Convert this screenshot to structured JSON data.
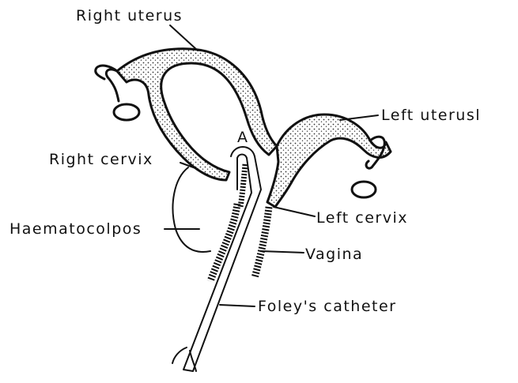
{
  "labels": {
    "right_uterus": "Right uterus",
    "left_uterus": "Left uterusl",
    "right_cervix": "Right cervix",
    "point_a": "A",
    "haematocolpos": "Haematocolpos",
    "left_cervix": "Left cervix",
    "vagina": "Vagina",
    "foley": "Foley's catheter"
  }
}
